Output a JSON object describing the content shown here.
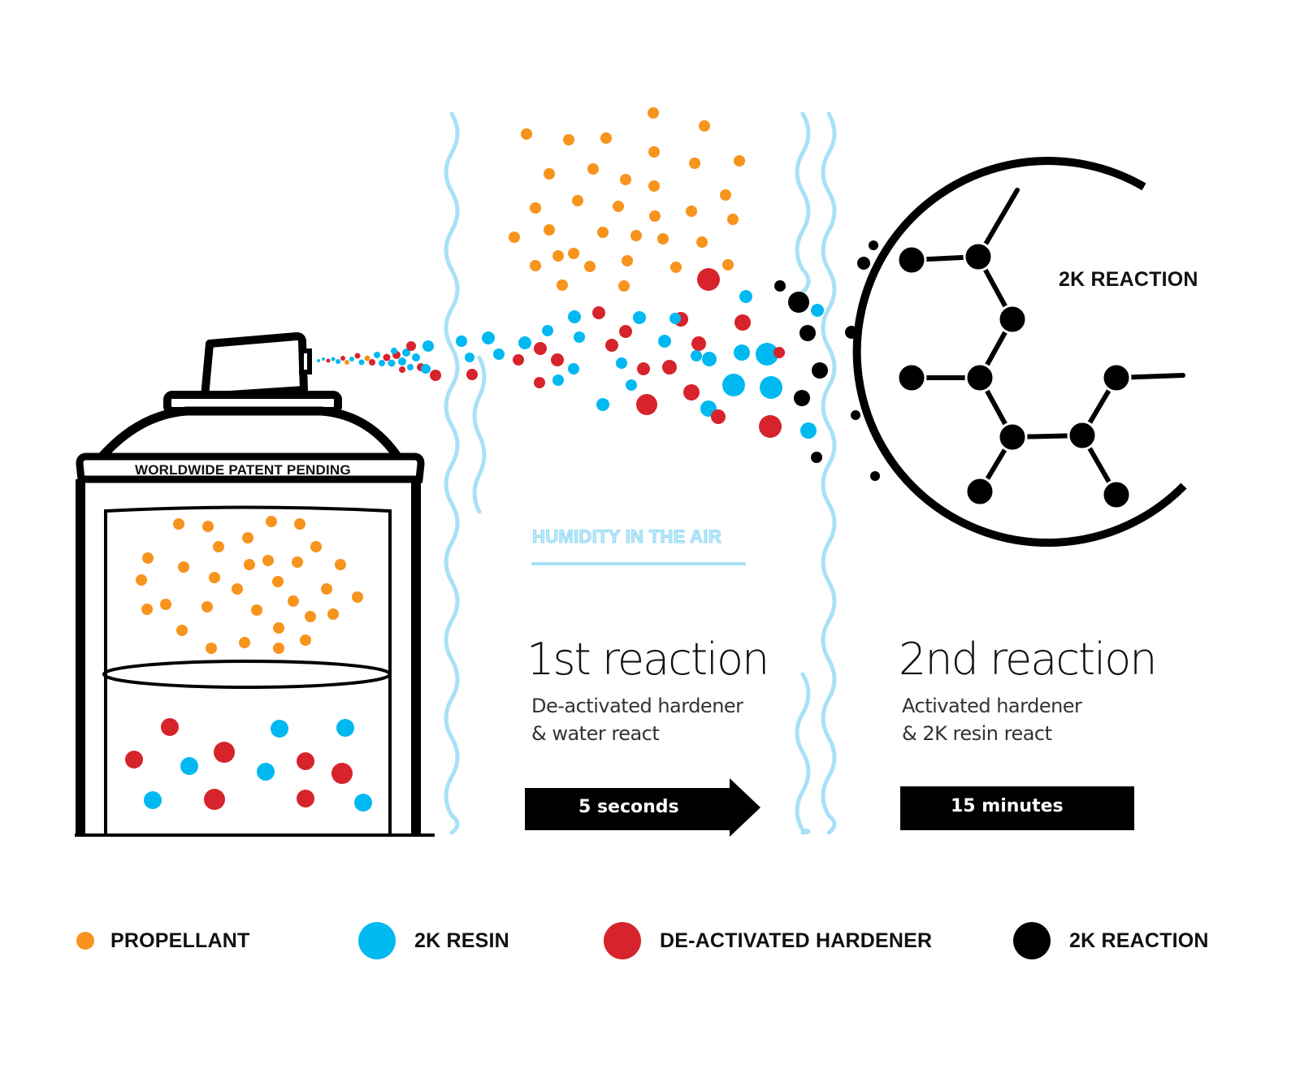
{
  "colors": {
    "propellant": "#f7941d",
    "resin": "#00b9f1",
    "hardener": "#d7232b",
    "reaction": "#000000",
    "humidity": "#a8e1f7"
  },
  "can": {
    "label": "WORLDWIDE PATENT PENDING"
  },
  "humidity_label": "HUMIDITY IN THE AIR",
  "molecule_label": "2K REACTION",
  "first_reaction": {
    "title": "1st reaction",
    "line1": "De-activated hardener",
    "line2": "& water react",
    "duration": "5 seconds"
  },
  "second_reaction": {
    "title": "2nd reaction",
    "line1": "Activated hardener",
    "line2": "& 2K resin react",
    "duration": "15 minutes"
  },
  "legend": [
    {
      "label": "PROPELLANT",
      "icon": "propellant-dot-icon"
    },
    {
      "label": "2K RESIN",
      "icon": "resin-dot-icon"
    },
    {
      "label": "DE-ACTIVATED HARDENER",
      "icon": "hardener-dot-icon"
    },
    {
      "label": "2K REACTION",
      "icon": "reaction-dot-icon"
    }
  ]
}
